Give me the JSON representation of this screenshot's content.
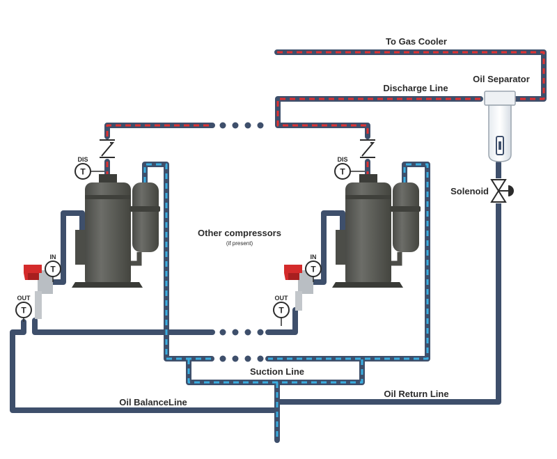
{
  "labels": {
    "to_gas_cooler": "To Gas Cooler",
    "oil_separator": "Oil Separator",
    "discharge_line": "Discharge Line",
    "solenoid": "Solenoid",
    "other_compressors": "Other compressors",
    "if_present": "(if present)",
    "suction_line": "Suction Line",
    "oil_balance_line": "Oil BalanceLine",
    "oil_return_line": "Oil Return Line"
  },
  "sensors": {
    "dis": "DIS",
    "in": "IN",
    "out": "OUT",
    "t": "T"
  },
  "colors": {
    "pipe": "#3e4f6b",
    "discharge_dash": "#e03232",
    "suction_dash": "#3aaee0",
    "compressor": "#5a5b57",
    "regulator": "#d42b2b",
    "text": "#2b2b2b"
  },
  "icons": [
    "thermometer-sensor-icon",
    "check-valve-icon",
    "solenoid-valve-icon",
    "oil-regulator-icon"
  ]
}
